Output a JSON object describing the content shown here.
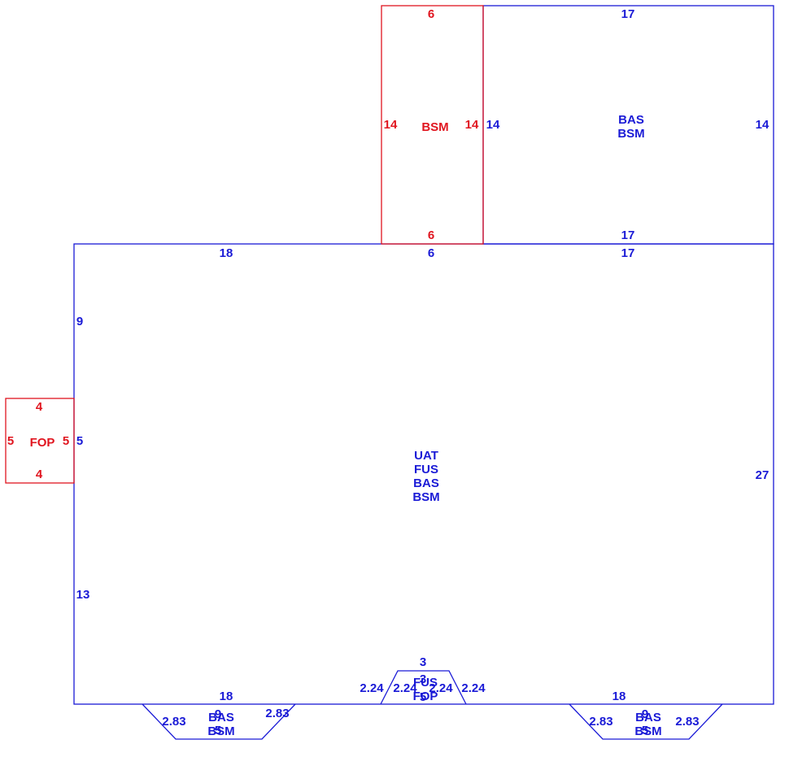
{
  "colors": {
    "blue": "#1a1ad6",
    "red": "#e0151f"
  },
  "main_area": {
    "codes": [
      "UAT",
      "FUS",
      "BAS",
      "BSM"
    ],
    "dims": {
      "top_left": "18",
      "top_mid": "6",
      "top_right": "17",
      "left_upper": "9",
      "left_fop": "5",
      "left_lower": "13",
      "right": "27",
      "bottom_left": "18",
      "bottom_right": "18"
    }
  },
  "bsm_annex": {
    "code": "BSM",
    "dims": {
      "top": "6",
      "bottom": "6",
      "left": "14",
      "right": "14"
    }
  },
  "bas_wing": {
    "codes": [
      "BAS",
      "BSM"
    ],
    "dims": {
      "top": "17",
      "bottom": "17",
      "left": "14",
      "right": "14"
    }
  },
  "fop_porch": {
    "code": "FOP",
    "dims": {
      "top": "4",
      "bottom": "4",
      "left": "5",
      "right": "5"
    }
  },
  "bay_left": {
    "codes": [
      "BAS",
      "BSM"
    ],
    "dims": {
      "left": "2.83",
      "right": "2.83",
      "top": "9",
      "bottom": "5"
    }
  },
  "bay_right": {
    "codes": [
      "BAS",
      "BSM"
    ],
    "dims": {
      "left": "2.83",
      "right": "2.83",
      "top": "9",
      "bottom": "5"
    }
  },
  "bay_center": {
    "codes": [
      "FUS",
      "FOP"
    ],
    "dims": {
      "top": "3",
      "outer_left": "2.24",
      "inner_left": "2.24",
      "inner_right": "2.24",
      "outer_right": "2.24",
      "inner_top": "3",
      "inner_bottom": "5"
    }
  }
}
